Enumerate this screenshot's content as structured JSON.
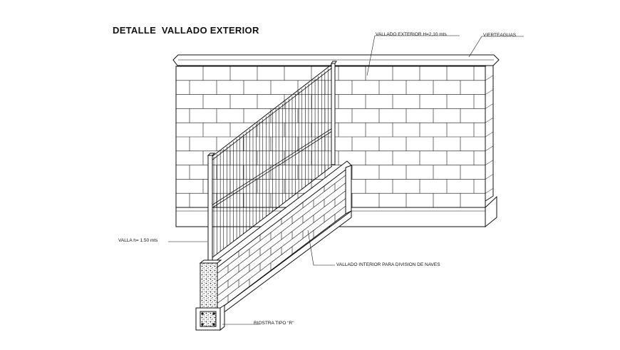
{
  "title": "DETALLE  VALLADO EXTERIOR",
  "labels": {
    "vallado_exterior": "VALLADO EXTERIOR H=2,10 mts",
    "vierteaguas": "VIERTEAGUAS",
    "valla": "VALLA h= 1.50 mts",
    "vallado_interior": "VALLADO INTERIOR PARA DIVISION DE NAVES",
    "riostra": "RIOSTRA TIPO \"R\""
  },
  "colors": {
    "line": "#111111",
    "background": "#ffffff"
  }
}
